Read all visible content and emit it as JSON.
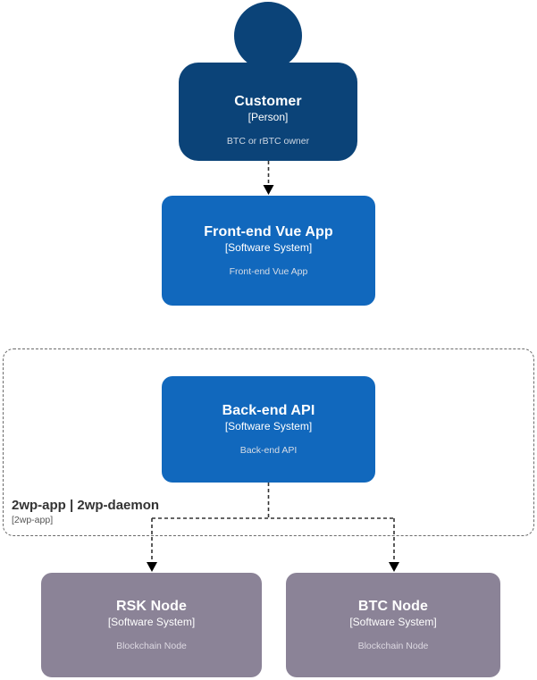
{
  "diagram": {
    "type": "c4-system-context",
    "background": "#ffffff",
    "palette": {
      "person": "#0b4378",
      "software_system": "#1168bd",
      "external_node": "#8b8397",
      "boundary_border": "#6b6b6b",
      "connector": "#333333",
      "text_primary": "#ffffff",
      "text_description": "#d7dde6",
      "boundary_text": "#333333"
    }
  },
  "nodes": {
    "customer": {
      "title": "Customer",
      "meta": "[Person]",
      "description": "BTC or rBTC owner",
      "shape": "person",
      "color": "#0b4378"
    },
    "frontend": {
      "title": "Front-end Vue App",
      "meta": "[Software System]",
      "description": "Front-end Vue App",
      "shape": "rounded-box",
      "color": "#1168bd"
    },
    "backend": {
      "title": "Back-end API",
      "meta": "[Software System]",
      "description": "Back-end API",
      "shape": "rounded-box",
      "color": "#1168bd"
    },
    "rsk_node": {
      "title": "RSK Node",
      "meta": "[Software System]",
      "description": "Blockchain Node",
      "shape": "rounded-box",
      "color": "#8b8397"
    },
    "btc_node": {
      "title": "BTC Node",
      "meta": "[Software System]",
      "description": "Blockchain Node",
      "shape": "rounded-box",
      "color": "#8b8397"
    }
  },
  "boundary": {
    "title": "2wp-app | 2wp-daemon",
    "meta": "[2wp-app]",
    "style": "dashed",
    "contains": [
      "backend"
    ]
  },
  "relationships": [
    {
      "from": "customer",
      "to": "frontend",
      "label": "",
      "style": "dashed",
      "arrow": "end"
    },
    {
      "from": "backend",
      "to": "rsk_node",
      "label": "",
      "style": "dashed",
      "arrow": "end"
    },
    {
      "from": "backend",
      "to": "btc_node",
      "label": "",
      "style": "dashed",
      "arrow": "end"
    }
  ]
}
